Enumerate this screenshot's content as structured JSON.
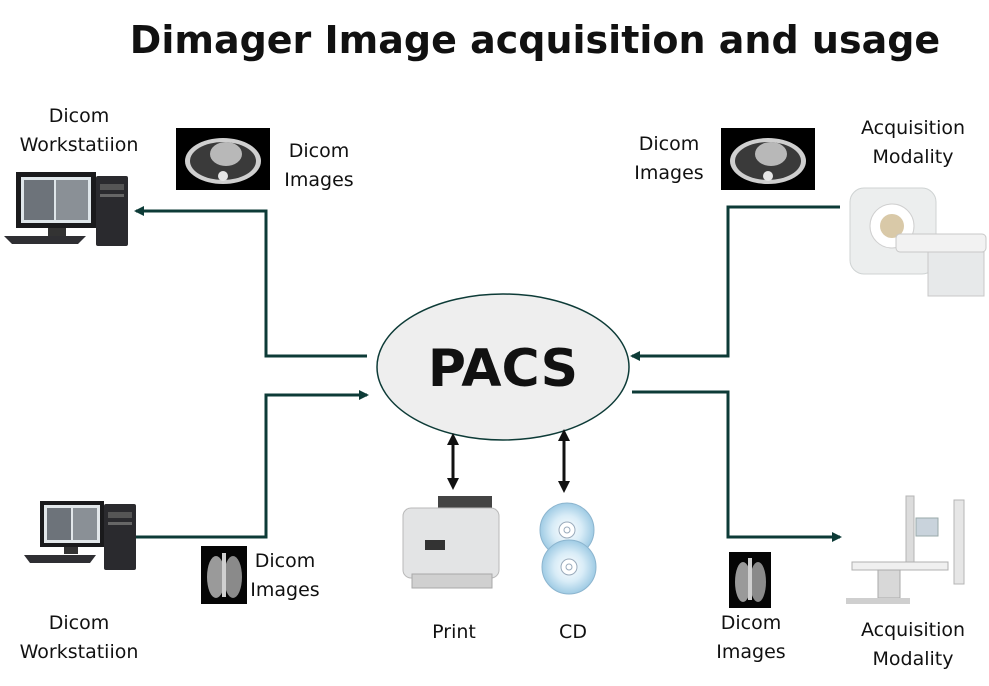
{
  "title": "Dimager Image acquisition and usage",
  "center": {
    "label": "PACS"
  },
  "nodes": {
    "workstation_top": {
      "line1": "Dicom",
      "line2": "Workstatiion"
    },
    "workstation_bottom": {
      "line1": "Dicom",
      "line2": "Workstatiion"
    },
    "modality_top": {
      "line1": "Acquisition",
      "line2": "Modality"
    },
    "modality_bottom": {
      "line1": "Acquisition",
      "line2": "Modality"
    },
    "print": {
      "label": "Print"
    },
    "cd": {
      "label": "CD"
    }
  },
  "edge_labels": {
    "top_left": {
      "line1": "Dicom",
      "line2": "Images"
    },
    "top_right": {
      "line1": "Dicom",
      "line2": "Images"
    },
    "bottom_left": {
      "line1": "Dicom",
      "line2": "Images"
    },
    "bottom_right": {
      "line1": "Dicom",
      "line2": "Images"
    }
  },
  "colors": {
    "arrow": "#0d3b37",
    "ellipse_fill": "#eeeeee",
    "ellipse_stroke": "#0d3b37"
  }
}
